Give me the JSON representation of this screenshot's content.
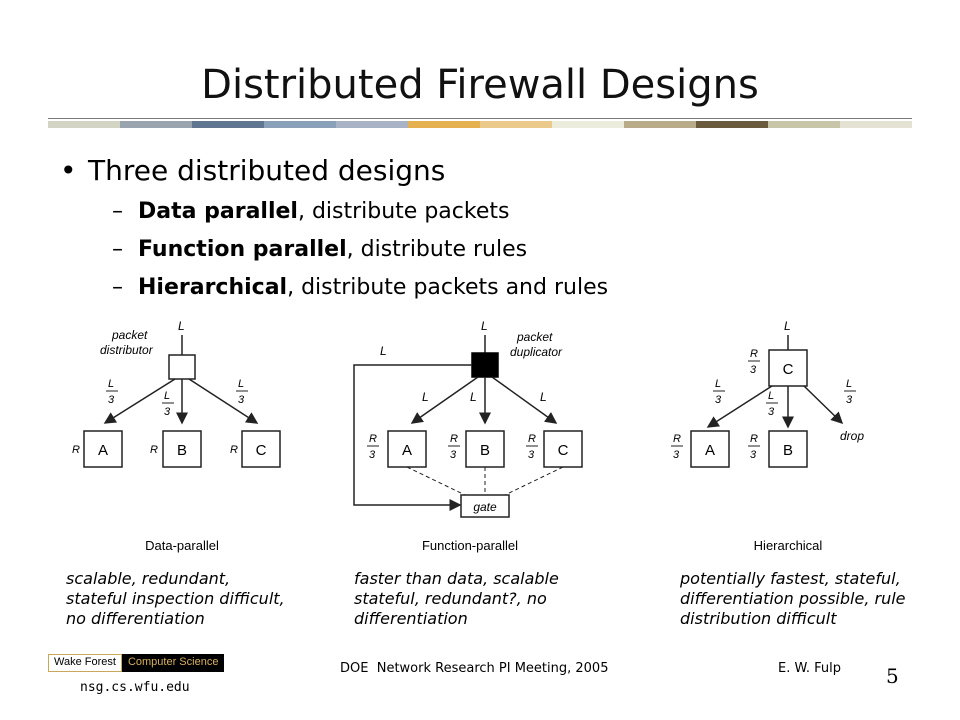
{
  "title": "Distributed Firewall Designs",
  "colors": [
    "#d4d4c4",
    "#9aa4ae",
    "#5f7590",
    "#8a9fb8",
    "#a8b4c6",
    "#e4b050",
    "#eac98a",
    "#ececdc",
    "#b8ab8a",
    "#6b5b3e",
    "#c9c5a9",
    "#e4e2d2"
  ],
  "bullet": "Three distributed designs",
  "subs": [
    {
      "bold": "Data parallel",
      "rest": ", distribute packets"
    },
    {
      "bold": "Function parallel",
      "rest": ", distribute rules"
    },
    {
      "bold": "Hierarchical",
      "rest": ", distribute packets and rules"
    }
  ],
  "diagrams": {
    "data_parallel": {
      "input": "L",
      "node_label": "packet distributor",
      "frac_num": "L",
      "frac_den": "3",
      "rule": "R",
      "nodes": [
        "A",
        "B",
        "C"
      ],
      "name": "Data-parallel"
    },
    "function_parallel": {
      "input": "L",
      "node_label": "packet duplicator",
      "feedback": "L",
      "branch": "L",
      "frac_num": "R",
      "frac_den": "3",
      "nodes": [
        "A",
        "B",
        "C"
      ],
      "gate": "gate",
      "name": "Function-parallel"
    },
    "hierarchical": {
      "input": "L",
      "top_node": "C",
      "frac_num": "R",
      "frac_den": "3",
      "lfrac_num": "L",
      "lfrac_den": "3",
      "nodes": [
        "A",
        "B"
      ],
      "drop": "drop",
      "name": "Hierarchical"
    }
  },
  "captions": [
    [
      "scalable, redundant,",
      "stateful inspection difficult,",
      "no differentiation"
    ],
    [
      "faster than data, scalable",
      "stateful, redundant?, no",
      "differentiation"
    ],
    [
      "potentially fastest, stateful,",
      "differentiation possible, rule",
      "distribution difficult"
    ]
  ],
  "footer": {
    "logo_left": "Wake Forest",
    "logo_right": "Computer Science",
    "url": "nsg.cs.wfu.edu",
    "center": "DOE  Network Research PI Meeting, 2005",
    "author": "E. W. Fulp",
    "page": "5"
  }
}
